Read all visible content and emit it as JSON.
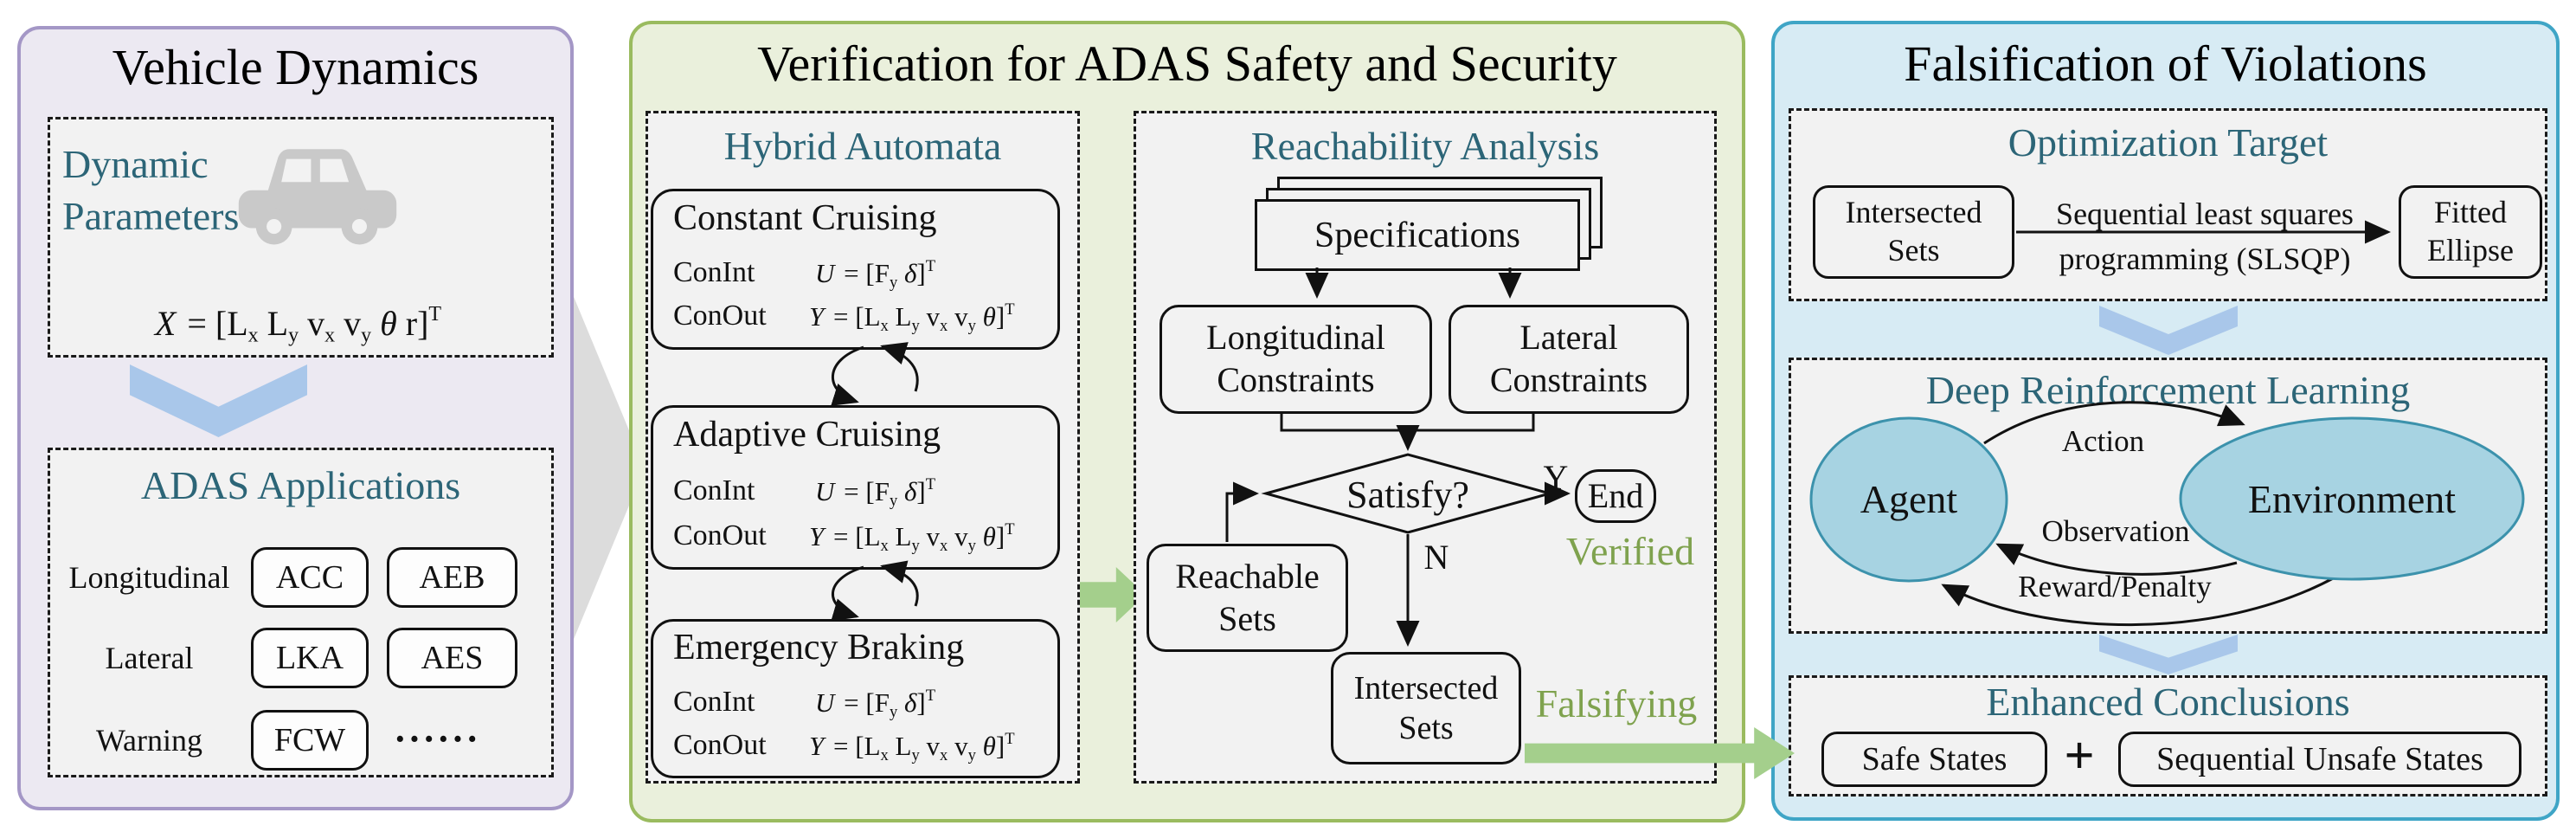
{
  "colors": {
    "teal": "#2C6577",
    "olive": "#7FA24E",
    "panel1_bg": "#ECE9F2",
    "panel1_border": "#A497C6",
    "panel2_bg": "#EAF0DC",
    "panel2_border": "#9ABB5F",
    "panel3_bg": "#D7EBF4",
    "panel3_border": "#3FA5C6",
    "box_bg": "#F2F2F2",
    "pill_bg": "#FDFDFD",
    "gray_arrow": "#DCDCDC",
    "car_gray": "#C9C9C9",
    "chevron_blue": "#A9C7EA",
    "green_arrow": "#A4CF8C",
    "ellipse_fill": "#A7D3E2",
    "ellipse_stroke": "#3C92AC"
  },
  "left": {
    "title": "Vehicle Dynamics",
    "dynamic_parameters": {
      "title": "Dynamic Parameters",
      "formula": [
        {
          "v": "X",
          "s": "cal"
        },
        {
          "v": " = [",
          "s": "n"
        },
        {
          "v": "L",
          "s": "n"
        },
        {
          "v": "x",
          "s": "sub"
        },
        {
          "v": " L",
          "s": "n"
        },
        {
          "v": "y",
          "s": "sub"
        },
        {
          "v": " v",
          "s": "n"
        },
        {
          "v": "x",
          "s": "sub"
        },
        {
          "v": " v",
          "s": "n"
        },
        {
          "v": "y",
          "s": "sub"
        },
        {
          "v": " ",
          "s": "n"
        },
        {
          "v": "θ",
          "s": "it"
        },
        {
          "v": " r",
          "s": "n"
        },
        {
          "v": "]",
          "s": "n"
        },
        {
          "v": "T",
          "s": "sup"
        }
      ]
    },
    "adas": {
      "title": "ADAS Applications",
      "rows": [
        {
          "label": "Longitudinal",
          "pill1": "ACC",
          "pill2": "AEB"
        },
        {
          "label": "Lateral",
          "pill1": "LKA",
          "pill2": "AES"
        },
        {
          "label": "Warning",
          "pill1": "FCW",
          "ellipsis": "······"
        }
      ]
    }
  },
  "middle": {
    "title": "Verification for ADAS Safety and Security",
    "hybrid": {
      "title": "Hybrid Automata",
      "states": [
        {
          "name": "Constant Cruising",
          "in_label": "ConInt",
          "out_label": "ConOut",
          "in_formula": [
            {
              "v": "U",
              "s": "cal"
            },
            {
              "v": " = [",
              "s": "n"
            },
            {
              "v": "F",
              "s": "n"
            },
            {
              "v": "y",
              "s": "sub"
            },
            {
              "v": " ",
              "s": "n"
            },
            {
              "v": "δ",
              "s": "it"
            },
            {
              "v": "]",
              "s": "n"
            },
            {
              "v": "T",
              "s": "sup"
            }
          ],
          "out_formula": [
            {
              "v": "Y",
              "s": "cal"
            },
            {
              "v": " = [",
              "s": "n"
            },
            {
              "v": "L",
              "s": "n"
            },
            {
              "v": "x",
              "s": "sub"
            },
            {
              "v": " L",
              "s": "n"
            },
            {
              "v": "y",
              "s": "sub"
            },
            {
              "v": " v",
              "s": "n"
            },
            {
              "v": "x",
              "s": "sub"
            },
            {
              "v": " v",
              "s": "n"
            },
            {
              "v": "y",
              "s": "sub"
            },
            {
              "v": " ",
              "s": "n"
            },
            {
              "v": "θ",
              "s": "it"
            },
            {
              "v": "]",
              "s": "n"
            },
            {
              "v": "T",
              "s": "sup"
            }
          ]
        },
        {
          "name": "Adaptive Cruising",
          "in_label": "ConInt",
          "out_label": "ConOut",
          "in_formula": [
            {
              "v": "U",
              "s": "cal"
            },
            {
              "v": " = [",
              "s": "n"
            },
            {
              "v": "F",
              "s": "n"
            },
            {
              "v": "y",
              "s": "sub"
            },
            {
              "v": " ",
              "s": "n"
            },
            {
              "v": "δ",
              "s": "it"
            },
            {
              "v": "]",
              "s": "n"
            },
            {
              "v": "T",
              "s": "sup"
            }
          ],
          "out_formula": [
            {
              "v": "Y",
              "s": "cal"
            },
            {
              "v": " = [",
              "s": "n"
            },
            {
              "v": "L",
              "s": "n"
            },
            {
              "v": "x",
              "s": "sub"
            },
            {
              "v": " L",
              "s": "n"
            },
            {
              "v": "y",
              "s": "sub"
            },
            {
              "v": " v",
              "s": "n"
            },
            {
              "v": "x",
              "s": "sub"
            },
            {
              "v": " v",
              "s": "n"
            },
            {
              "v": "y",
              "s": "sub"
            },
            {
              "v": " ",
              "s": "n"
            },
            {
              "v": "θ",
              "s": "it"
            },
            {
              "v": "]",
              "s": "n"
            },
            {
              "v": "T",
              "s": "sup"
            }
          ]
        },
        {
          "name": "Emergency Braking",
          "in_label": "ConInt",
          "out_label": "ConOut",
          "in_formula": [
            {
              "v": "U",
              "s": "cal"
            },
            {
              "v": " = [",
              "s": "n"
            },
            {
              "v": "F",
              "s": "n"
            },
            {
              "v": "y",
              "s": "sub"
            },
            {
              "v": " ",
              "s": "n"
            },
            {
              "v": "δ",
              "s": "it"
            },
            {
              "v": "]",
              "s": "n"
            },
            {
              "v": "T",
              "s": "sup"
            }
          ],
          "out_formula": [
            {
              "v": "Y",
              "s": "cal"
            },
            {
              "v": " = [",
              "s": "n"
            },
            {
              "v": "L",
              "s": "n"
            },
            {
              "v": "x",
              "s": "sub"
            },
            {
              "v": " L",
              "s": "n"
            },
            {
              "v": "y",
              "s": "sub"
            },
            {
              "v": " v",
              "s": "n"
            },
            {
              "v": "x",
              "s": "sub"
            },
            {
              "v": " v",
              "s": "n"
            },
            {
              "v": "y",
              "s": "sub"
            },
            {
              "v": " ",
              "s": "n"
            },
            {
              "v": "θ",
              "s": "it"
            },
            {
              "v": "]",
              "s": "n"
            },
            {
              "v": "T",
              "s": "sup"
            }
          ]
        }
      ]
    },
    "reachability": {
      "title": "Reachability Analysis",
      "specifications": "Specifications",
      "longitudinal_constraints": "Longitudinal Constraints",
      "lateral_constraints": "Lateral Constraints",
      "satisfy": "Satisfy?",
      "yes": "Y",
      "no": "N",
      "end": "End",
      "verified": "Verified",
      "reachable_sets": "Reachable Sets",
      "intersected_sets": "Intersected Sets",
      "falsifying": "Falsifying"
    }
  },
  "right": {
    "title": "Falsification of Violations",
    "optimization": {
      "title": "Optimization Target",
      "intersected_sets": "Intersected Sets",
      "method_line1": "Sequential least squares",
      "method_line2": "programming (SLSQP)",
      "fitted_ellipse": "Fitted Ellipse"
    },
    "drl": {
      "title": "Deep Reinforcement Learning",
      "agent": "Agent",
      "environment": "Environment",
      "action": "Action",
      "observation": "Observation",
      "reward": "Reward/Penalty"
    },
    "conclusions": {
      "title": "Enhanced Conclusions",
      "safe_states": "Safe States",
      "plus": "+",
      "sequential_unsafe_states": "Sequential Unsafe States"
    }
  }
}
